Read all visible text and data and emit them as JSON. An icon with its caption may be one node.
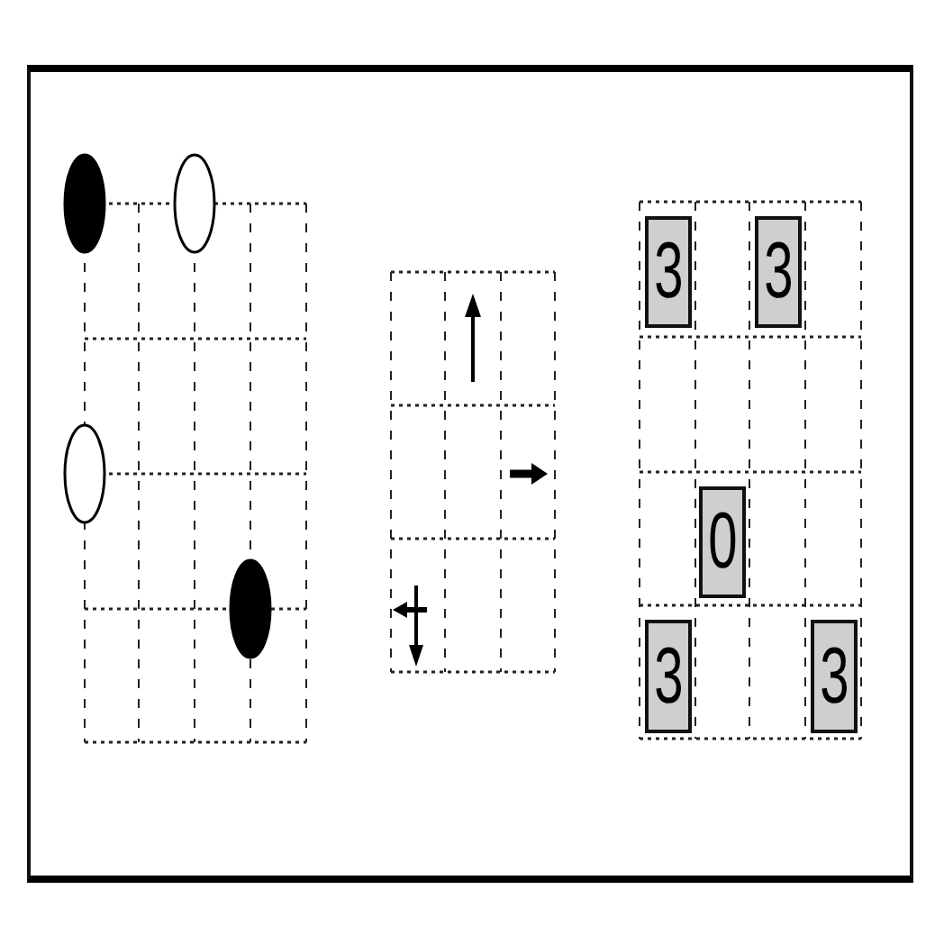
{
  "diagram": {
    "nodes": [
      {
        "text": [
          "3"
        ]
      },
      {
        "text": [
          "3"
        ]
      },
      {
        "text": [
          "0"
        ]
      },
      {
        "text": [
          "3"
        ]
      },
      {
        "text": [
          "3"
        ]
      }
    ]
  }
}
